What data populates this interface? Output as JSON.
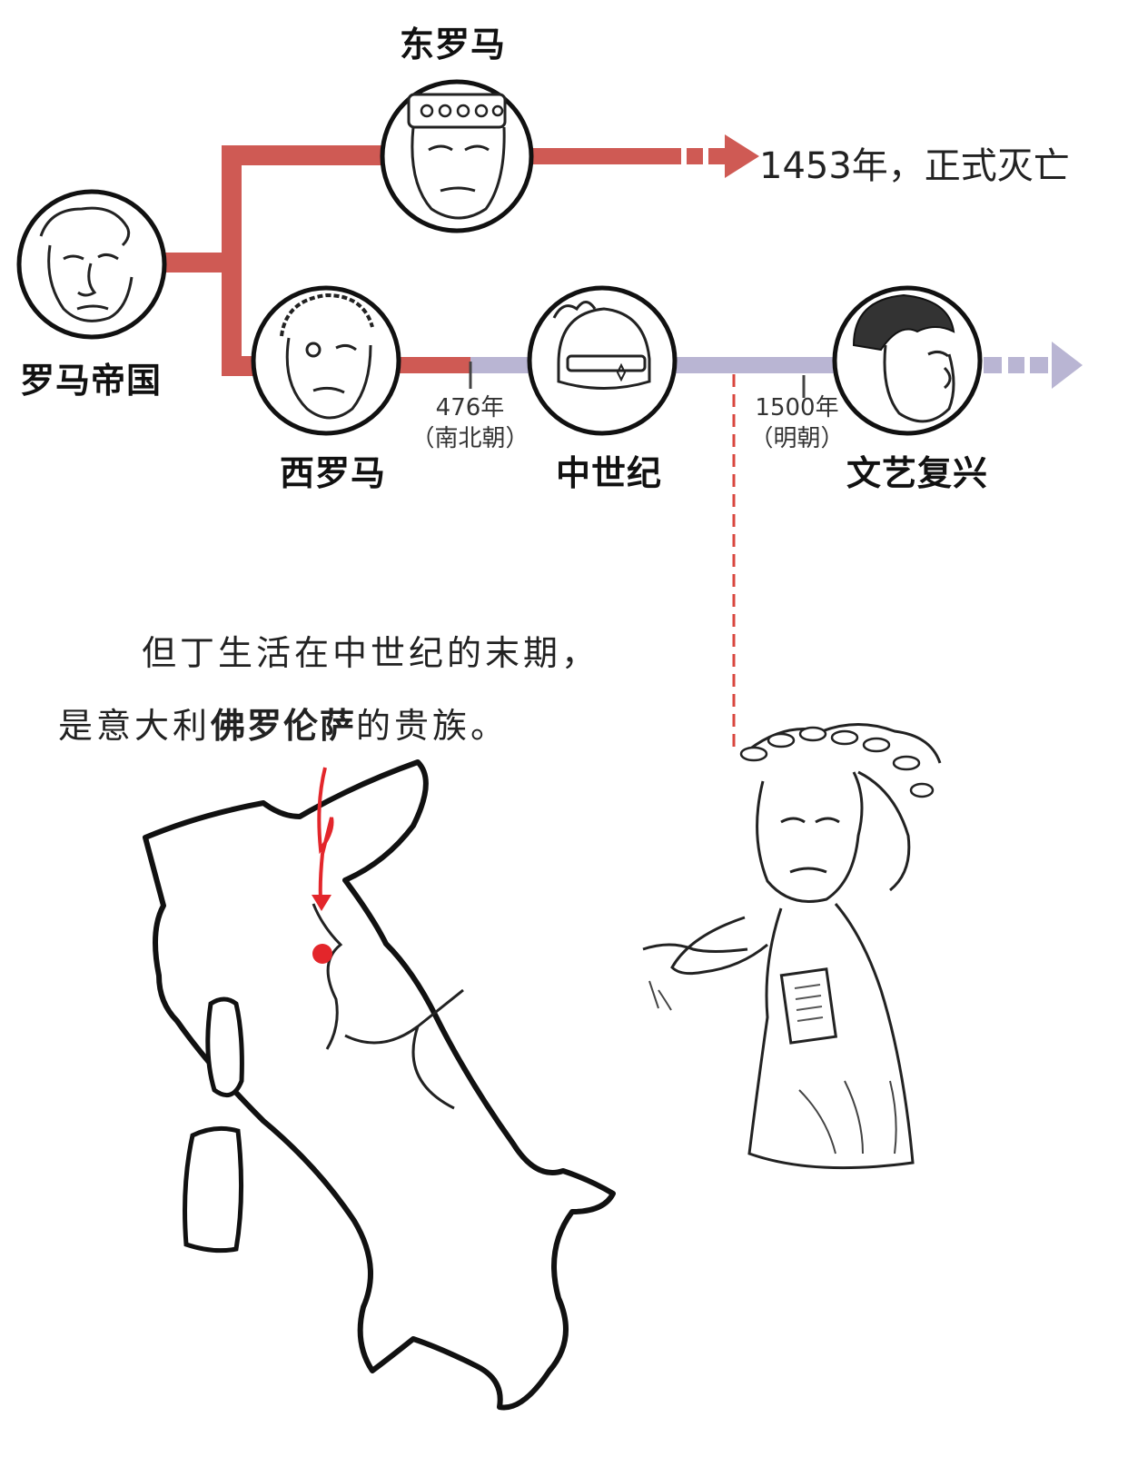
{
  "nodes": {
    "roman_empire": "罗马帝国",
    "eastern_rome": "东罗马",
    "western_rome": "西罗马",
    "middle_ages": "中世纪",
    "renaissance": "文艺复兴"
  },
  "timeline": {
    "east_end": "1453年，正式灭亡",
    "mark_476_year": "476年",
    "mark_476_era": "（南北朝）",
    "mark_1500_year": "1500年",
    "mark_1500_era": "（明朝）"
  },
  "caption": {
    "line1": "但丁生活在中世纪的末期，",
    "line2_before": "是意大利",
    "line2_bold": "佛罗伦萨",
    "line2_after": "的贵族。"
  },
  "colors": {
    "roman_line": "#cf5a54",
    "medieval_line": "#b9b5d3",
    "marker_red": "#e3262b"
  },
  "icons": {
    "roman_empire": "roman-emperor-portrait-icon",
    "eastern_rome": "byzantine-emperor-portrait-icon",
    "western_rome": "western-roman-portrait-icon",
    "middle_ages": "knight-helmet-portrait-icon",
    "renaissance": "renaissance-man-portrait-icon",
    "dante": "dante-illustration",
    "italy": "italy-map-illustration"
  }
}
